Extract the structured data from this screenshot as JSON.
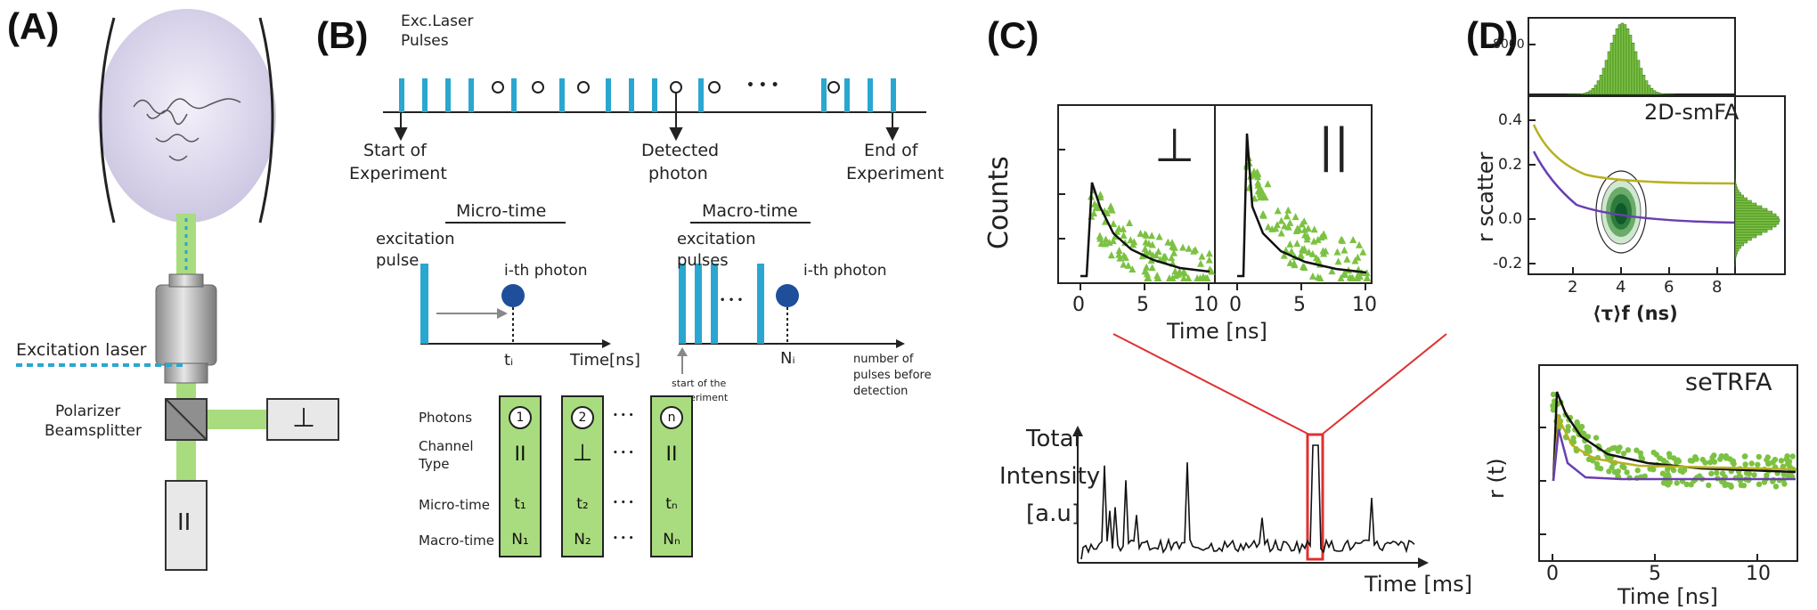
{
  "panels": {
    "a": {
      "label": "(A)",
      "excitation_laser": "Excitation laser",
      "polarizer_line1": "Polarizer",
      "polarizer_line2": "Beamsplitter",
      "perp_symbol": "⊥",
      "par_symbol": "II"
    },
    "b": {
      "label": "(B)",
      "pulses_line1": "Exc.Laser",
      "pulses_line2": "Pulses",
      "dots": "• • •",
      "start_line1": "Start of",
      "start_line2": "Experiment",
      "detected_line1": "Detected",
      "detected_line2": "photon",
      "end_line1": "End of",
      "end_line2": "Experiment",
      "micro_title": "Micro-time",
      "macro_title": "Macro-time",
      "micro_exc_line1": "excitation",
      "micro_exc_line2": "pulse",
      "micro_photon": "i-th photon",
      "micro_ti": "tᵢ",
      "micro_axis": "Time[ns]",
      "macro_exc_line1": "excitation",
      "macro_exc_line2": "pulses",
      "macro_photon": "i-th photon",
      "macro_ni": "Nᵢ",
      "macro_axis_line1": "number  of",
      "macro_axis_line2": "pulses before",
      "macro_axis_line3": "detection",
      "macro_start_line1": "start of the",
      "macro_start_line2": "experiment",
      "table": {
        "rows": [
          "Photons",
          "Channel",
          "Type",
          "Micro-time",
          "Macro-time"
        ],
        "columns": [
          {
            "photon": "1",
            "channel": "II",
            "micro": "t₁",
            "macro": "N₁"
          },
          {
            "photon": "2",
            "channel": "⊥",
            "micro": "t₂",
            "macro": "N₂"
          },
          {
            "photon": "n",
            "channel": "II",
            "micro": "tₙ",
            "macro": "Nₙ"
          }
        ],
        "dots": "• • •"
      }
    },
    "c": {
      "label": "(C)",
      "ylabel": "Counts",
      "xlabel": "Time [ns]",
      "perp_symbol": "⊥",
      "par_symbol": "||",
      "ticks": [
        "0",
        "5",
        "10"
      ],
      "trace_ylabel_line1": "Total",
      "trace_ylabel_line2": "Intensity",
      "trace_ylabel_line3": "[a.u]",
      "trace_xlabel": "Time [ms]"
    },
    "d": {
      "label": "(D)",
      "hist_tick": "8000",
      "top_title": "2D-smFA",
      "top_ylabel": "r scatter",
      "top_yticks": [
        "0.4",
        "0.2",
        "0.0",
        "-0.2"
      ],
      "top_xticks": [
        "2",
        "4",
        "6",
        "8"
      ],
      "top_xlabel": "⟨τ⟩f (ns)",
      "bottom_title": "seTRFA",
      "bottom_ylabel": "r (t)",
      "bottom_xticks": [
        "0",
        "5",
        "10"
      ],
      "bottom_xlabel": "Time [ns]"
    }
  },
  "colors": {
    "green": "#7cc242",
    "light_green": "#a9dc7e",
    "cyan": "#2aa7d0",
    "blue_dot": "#1f4f9a",
    "red": "#e03030",
    "yellow": "#b8b020",
    "purple": "#6a3fb0",
    "dark_green": "#0e5a2a"
  }
}
